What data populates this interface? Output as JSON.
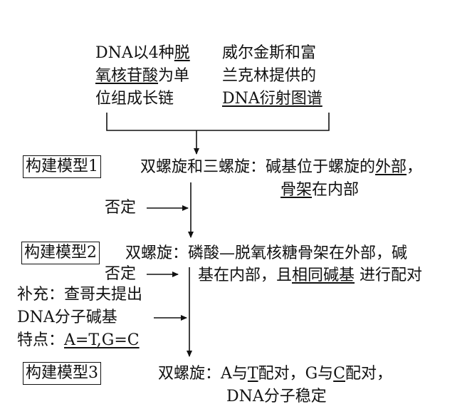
{
  "top_left": {
    "line1_a": "DNA以4种",
    "line1_b": "脱",
    "line2_a": "氧核苷酸",
    "line2_b": "为单",
    "line3": "位组成长链"
  },
  "top_right": {
    "line1": "威尔金斯和富",
    "line2": "兰克林提供的",
    "line3": "DNA衍射图谱"
  },
  "model1": {
    "label": "构建模型1",
    "desc1_a": "双螺旋和三螺旋：碱基位于螺旋的",
    "desc1_b": "外部",
    "desc1_c": "，",
    "desc2_a": "骨架",
    "desc2_b": "在内部"
  },
  "negate1": "否定",
  "model2": {
    "label": "构建模型2",
    "desc1": "双螺旋：磷酸—脱氧核糖骨架在外部，碱",
    "desc2_a": "基在内部，且",
    "desc2_b": "相同碱基",
    "desc2_c": " 进行配对"
  },
  "negate2": "否定",
  "supplement": {
    "line1": "补充：查哥夫提出",
    "line2": "DNA分子碱基",
    "line3_a": "特点：",
    "line3_b": "A=T,G=C"
  },
  "model3": {
    "label": "构建模型3",
    "desc1_a": "双螺旋：A与",
    "desc1_b": "T",
    "desc1_c": "配对，G与",
    "desc1_d": "C",
    "desc1_e": "配对，",
    "desc2": "DNA分子稳定"
  }
}
